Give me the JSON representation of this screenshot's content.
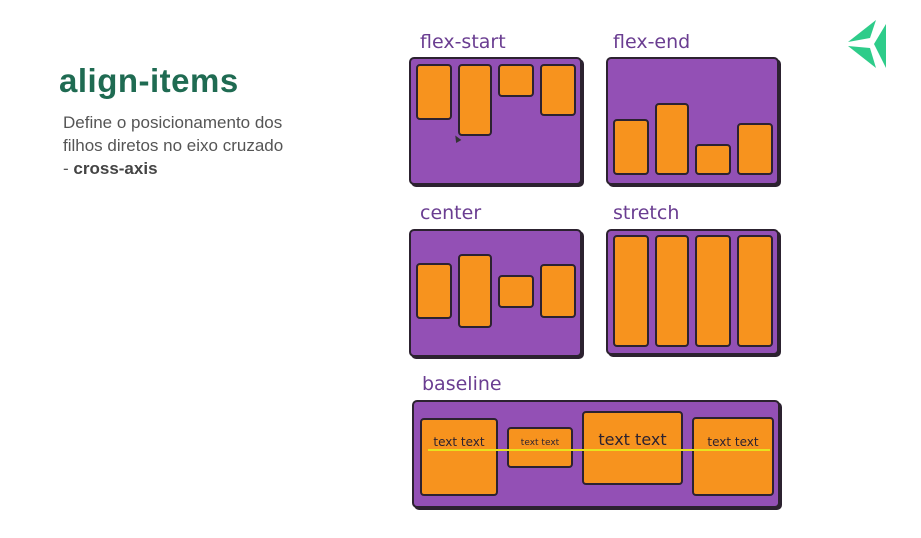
{
  "slide": {
    "title": "align-items",
    "description_text": "Define o posicionamento dos filhos diretos no eixo cruzado -",
    "description_bold": "cross-axis"
  },
  "panels": {
    "flex_start": "flex-start",
    "flex_end": "flex-end",
    "center": "center",
    "stretch": "stretch",
    "baseline": "baseline"
  },
  "baseline_items": [
    "text text",
    "text text",
    "text text",
    "text text"
  ],
  "colors": {
    "title": "#1f6b52",
    "panel": "#9350b5",
    "box": "#f7931e",
    "label": "#6a3d91",
    "baseline": "#e7e21f",
    "logo": "#2ecc8a"
  },
  "icons": {
    "logo": "brand-logo-icon",
    "cursor": "mouse-cursor-icon"
  }
}
